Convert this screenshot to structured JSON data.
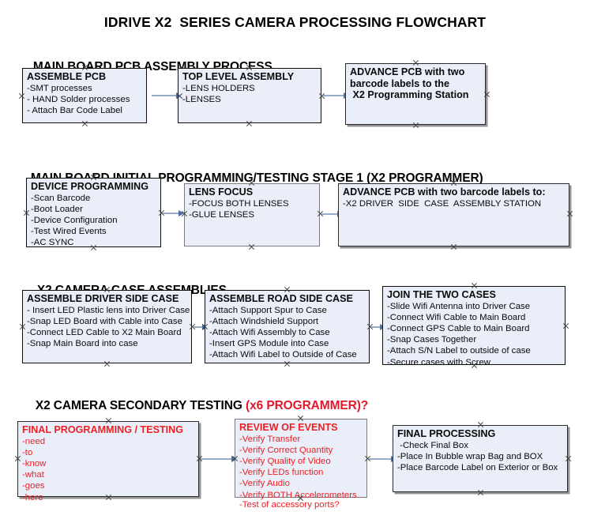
{
  "document": {
    "title": "IDRIVE X2  SERIES CAMERA PROCESSING FLOWCHART"
  },
  "colors": {
    "box_fill": "#e9eef8",
    "box_border": "#0d0d0d",
    "accent_red": "#ed2024",
    "connector": "#97aecb",
    "arrow_head": "#4a6fa5",
    "text": "#0a0a0a"
  },
  "sections": [
    {
      "id": "main-board-pcb-assembly",
      "heading": "MAIN BOARD PCB ASSEMBLY PROCESS",
      "heading_accent": "",
      "boxes": [
        {
          "id": "assemble-pcb",
          "title": "ASSEMBLE PCB",
          "lines": [
            "-SMT processes",
            "- HAND Solder processes",
            "- Attach Bar Code Label"
          ]
        },
        {
          "id": "top-level-assembly",
          "title": "TOP LEVEL ASSEMBLY",
          "lines": [
            "-LENS HOLDERS",
            "-LENSES"
          ]
        },
        {
          "id": "advance-pcb-to-x2-programming-station",
          "title": "ADVANCE PCB with two",
          "lines": [
            "barcode labels to the",
            " X2 Programming Station"
          ]
        }
      ]
    },
    {
      "id": "main-board-initial-programming",
      "heading": "MAIN BOARD INITIAL PROGRAMMING/TESTING STAGE 1 (X2 PROGRAMMER)",
      "heading_accent": "",
      "boxes": [
        {
          "id": "device-programming",
          "title": "DEVICE PROGRAMMING",
          "lines": [
            "-Scan Barcode",
            "-Boot Loader",
            "-Device Configuration",
            "-Test Wired Events",
            "-AC SYNC"
          ]
        },
        {
          "id": "lens-focus",
          "title": "LENS FOCUS",
          "lines": [
            "-FOCUS BOTH LENSES",
            "-GLUE LENSES"
          ]
        },
        {
          "id": "advance-pcb-to-driver-side-case",
          "title": "ADVANCE PCB with two barcode labels to:",
          "lines": [
            "-X2 DRIVER  SIDE  CASE  ASSEMBLY STATION"
          ]
        }
      ]
    },
    {
      "id": "x2-camera-case-assemblies",
      "heading": "X2 CAMERA CASE ASSEMBLIES",
      "heading_accent": "",
      "boxes": [
        {
          "id": "assemble-driver-side-case",
          "title": "ASSEMBLE DRIVER SIDE CASE",
          "lines": [
            "- Insert LED Plastic lens into Driver Case",
            "-Snap LED Board with Cable into Case",
            "-Connect LED Cable to X2 Main Board",
            "-Snap Main Board into case"
          ]
        },
        {
          "id": "assemble-road-side-case",
          "title": "ASSEMBLE ROAD SIDE CASE",
          "lines": [
            "-Attach Support Spur to Case",
            "-Attach Windshield Support",
            "-Attach Wifi Assembly to Case",
            "-Insert GPS Module into Case",
            "-Attach Wifi Label to Outside of Case"
          ]
        },
        {
          "id": "join-the-two-cases",
          "title": "JOIN THE TWO CASES",
          "lines": [
            "-Slide Wifi Antenna into Driver Case",
            "-Connect Wifi Cable to Main Board",
            "-Connect GPS Cable to Main Board",
            "-Snap Cases Together",
            "-Attach S/N Label to outside of case",
            "-Secure cases with Screw"
          ]
        }
      ]
    },
    {
      "id": "x2-camera-secondary-testing",
      "heading": "X2 CAMERA SECONDARY TESTING ",
      "heading_accent": "(x6 PROGRAMMER)?",
      "boxes": [
        {
          "id": "final-programming-testing",
          "title": "FINAL PROGRAMMING / TESTING",
          "lines": [
            "-need",
            "-to",
            "-know",
            "-what",
            "-goes",
            "-here"
          ]
        },
        {
          "id": "review-of-events",
          "title": "REVIEW OF EVENTS",
          "lines": [
            "-Verify Transfer",
            "-Verify Correct Quantity",
            "-Verify Quality of Video",
            "-Verify LEDs function",
            "-Verify Audio",
            "-Verify BOTH Accelerometers"
          ],
          "overflow_line": "-Test of accessory ports?"
        },
        {
          "id": "final-processing",
          "title": "FINAL PROCESSING",
          "lines": [
            " -Check Final Box",
            "-Place In Bubble wrap Bag and BOX",
            "-Place Barcode Label on Exterior or Box"
          ]
        }
      ]
    }
  ]
}
